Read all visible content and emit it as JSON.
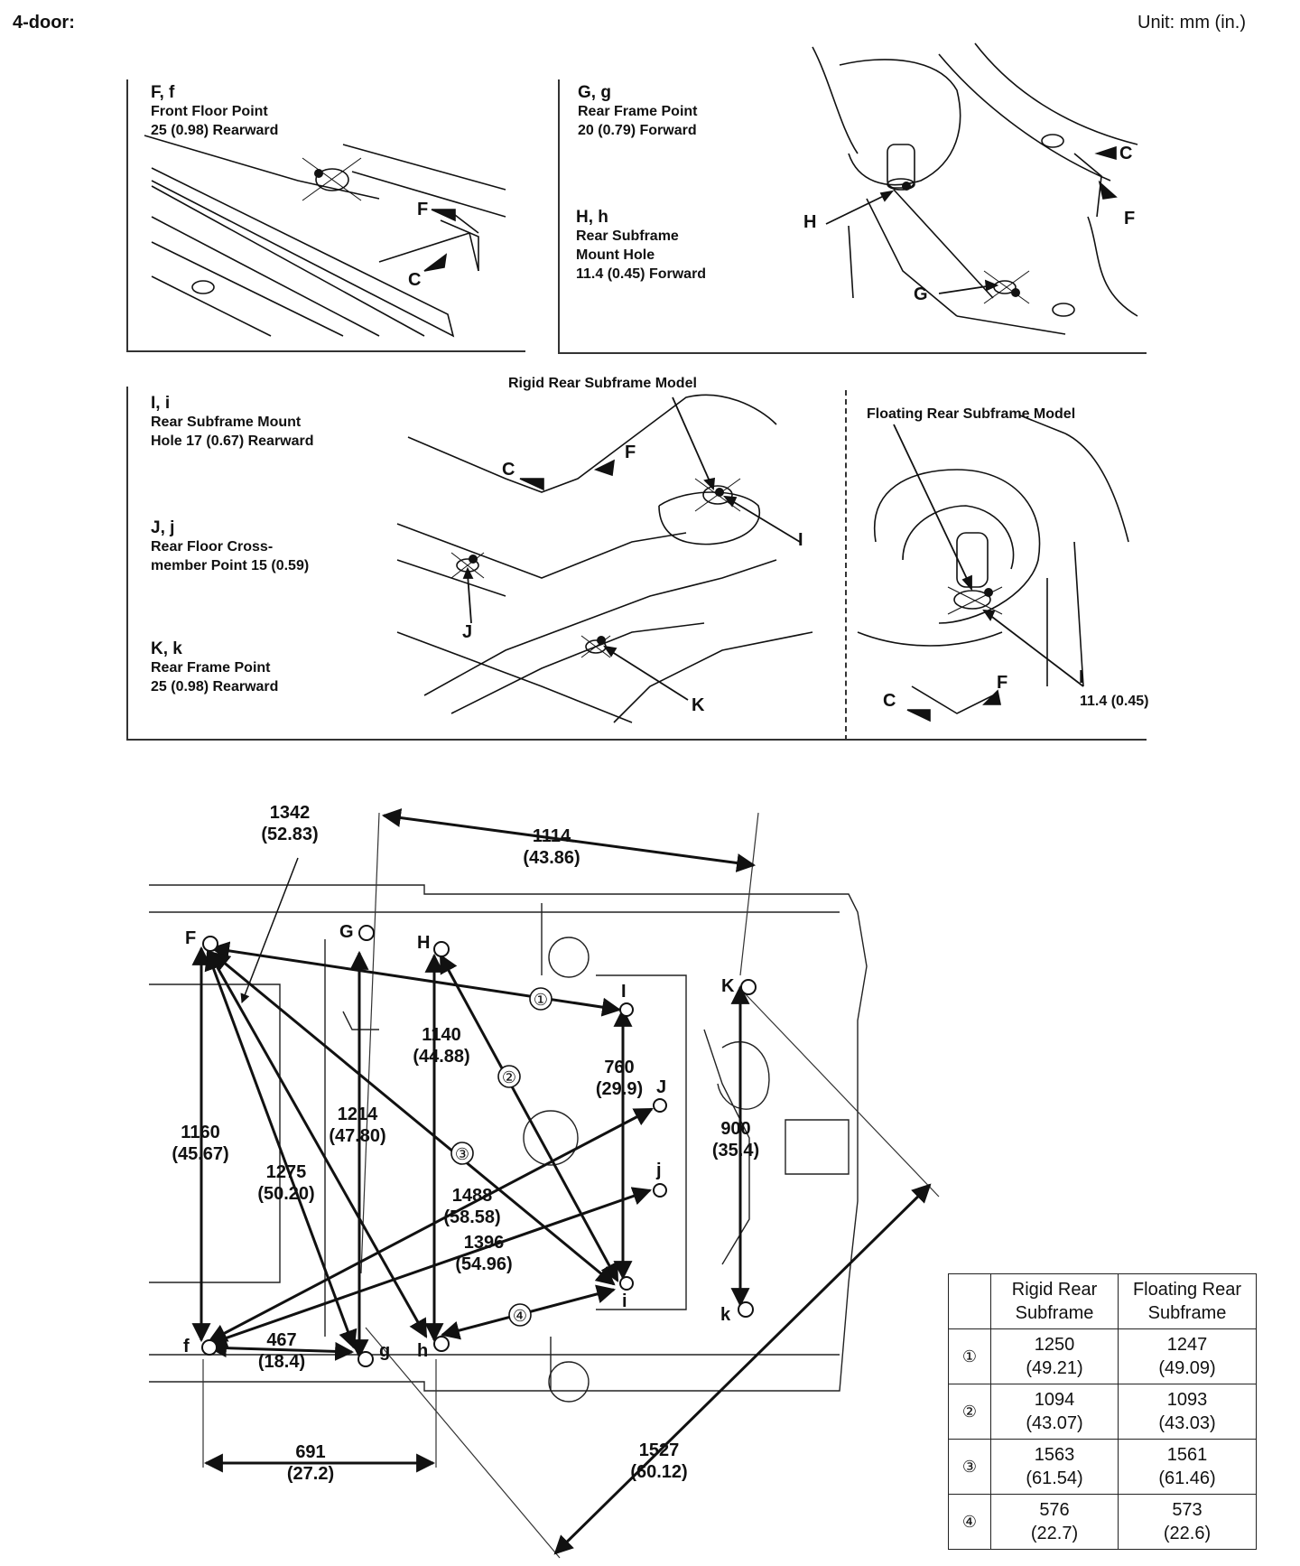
{
  "header": {
    "title": "4-door:",
    "unit": "Unit: mm (in.)"
  },
  "points": {
    "ff": {
      "title": "F, f",
      "name": "Front Floor Point",
      "offset": "25 (0.98) Rearward"
    },
    "gg": {
      "title": "G, g",
      "name": "Rear Frame Point",
      "offset": "20 (0.79) Forward"
    },
    "hh": {
      "title": "H, h",
      "name1": "Rear Subframe",
      "name2": "Mount Hole",
      "offset": "11.4 (0.45) Forward"
    },
    "ii": {
      "title": "I, i",
      "name1": "Rear Subframe Mount",
      "name2": "Hole 17 (0.67) Rearward"
    },
    "jj": {
      "title": "J, j",
      "name1": "Rear Floor Cross-",
      "name2": "member Point 15 (0.59)"
    },
    "kk": {
      "title": "K, k",
      "name": "Rear Frame Point",
      "offset": "25 (0.98) Rearward"
    }
  },
  "models": {
    "rigid": "Rigid Rear Subframe Model",
    "floating": "Floating Rear Subframe Model",
    "floating_offset": "11.4 (0.45)"
  },
  "letters": {
    "C": "C",
    "F": "F",
    "G": "G",
    "H": "H",
    "I": "I",
    "J": "J",
    "K": "K",
    "f": "f",
    "g": "g",
    "h": "h",
    "i": "i",
    "j": "j",
    "k": "k"
  },
  "dimensions": {
    "d1342": [
      "1342",
      "(52.83)"
    ],
    "d1114": [
      "1114",
      "(43.86)"
    ],
    "d1140": [
      "1140",
      "(44.88)"
    ],
    "d760": [
      "760",
      "(29.9)"
    ],
    "d1160": [
      "1160",
      "(45.67)"
    ],
    "d1214": [
      "1214",
      "(47.80)"
    ],
    "d1275": [
      "1275",
      "(50.20)"
    ],
    "d1488": [
      "1488",
      "(58.58)"
    ],
    "d1396": [
      "1396",
      "(54.96)"
    ],
    "d900": [
      "900",
      "(35.4)"
    ],
    "d467": [
      "467",
      "(18.4)"
    ],
    "d691": [
      "691",
      "(27.2)"
    ],
    "d1527": [
      "1527",
      "(60.12)"
    ]
  },
  "circled": [
    "①",
    "②",
    "③",
    "④"
  ],
  "table": {
    "headers": [
      "Rigid Rear Subframe",
      "Floating Rear Subframe"
    ],
    "rows": [
      {
        "num": "①",
        "rigid": [
          "1250",
          "(49.21)"
        ],
        "floating": [
          "1247",
          "(49.09)"
        ]
      },
      {
        "num": "②",
        "rigid": [
          "1094",
          "(43.07)"
        ],
        "floating": [
          "1093",
          "(43.03)"
        ]
      },
      {
        "num": "③",
        "rigid": [
          "1563",
          "(61.54)"
        ],
        "floating": [
          "1561",
          "(61.46)"
        ]
      },
      {
        "num": "④",
        "rigid": [
          "576",
          "(22.7)"
        ],
        "floating": [
          "573",
          "(22.6)"
        ]
      }
    ]
  }
}
